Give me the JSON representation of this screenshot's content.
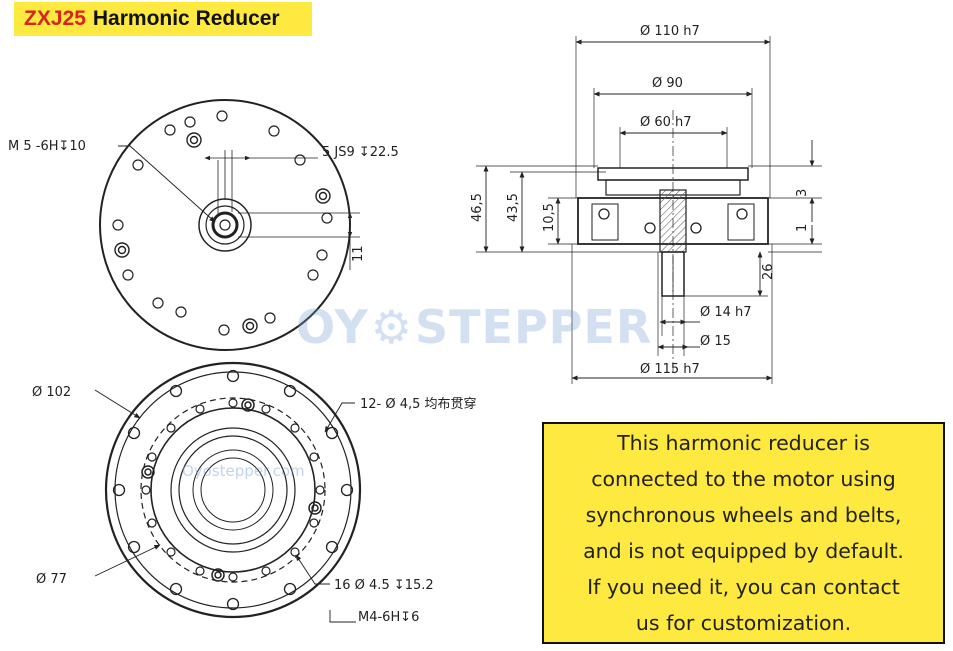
{
  "title": {
    "model": "ZXJ25",
    "name": "Harmonic Reducer"
  },
  "watermark": {
    "left": "OY",
    "right": "STEPPER",
    "small": "Oyostepper.com"
  },
  "labels": {
    "m5": "M 5  -6H↧10",
    "keyway": "5 JS9  ↧22.5",
    "d110": "Ø  110 h7",
    "d90": "Ø  90",
    "d60": "Ø  60 h7",
    "h46": "46,5",
    "h43": "43,5",
    "h10": "10,5",
    "d3": "3",
    "d1": "1",
    "d26": "26",
    "d14": "Ø  14 h7",
    "d15": "Ø  15",
    "d115": "Ø  115 h7",
    "d11": "11",
    "d102": "Ø  102",
    "d77": "Ø  77",
    "holes12": "12-  Ø  4,5  均布贯穿",
    "holes16": "16  Ø  4.5  ↧15.2",
    "m4": "M4-6H↧6"
  },
  "note": {
    "lines": [
      "This harmonic reducer is",
      "connected to the motor using",
      "synchronous wheels and belts,",
      "and is not equipped by default.",
      "If you need it, you can contact",
      "us for customization."
    ]
  },
  "colors": {
    "title_bg": "#fde93f",
    "title_model": "#d9231c",
    "note_bg": "#fde93f",
    "line": "#222222"
  }
}
